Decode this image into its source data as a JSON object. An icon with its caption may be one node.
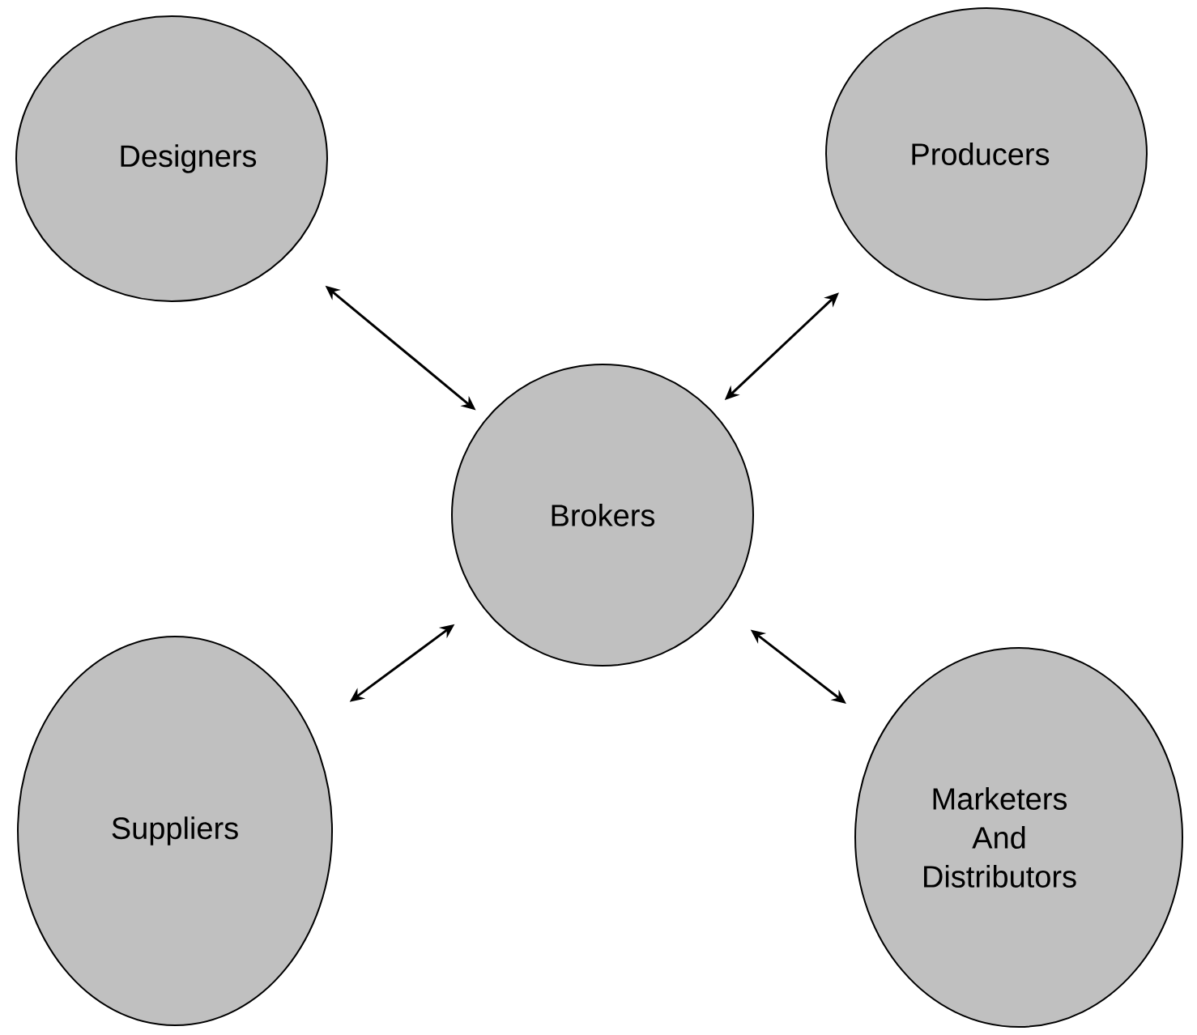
{
  "diagram": {
    "nodes": [
      {
        "text": [
          "Designers"
        ]
      },
      {
        "text": [
          "Producers"
        ]
      },
      {
        "text": [
          "Brokers"
        ]
      },
      {
        "text": [
          "Suppliers"
        ]
      },
      {
        "text": [
          "Marketers And Distributors"
        ]
      }
    ],
    "edges": [
      {
        "from": 2,
        "to": 0,
        "arrow": "both"
      },
      {
        "from": 2,
        "to": 1,
        "arrow": "both"
      },
      {
        "from": 2,
        "to": 3,
        "arrow": "both"
      },
      {
        "from": 2,
        "to": 4,
        "arrow": "both"
      }
    ]
  }
}
